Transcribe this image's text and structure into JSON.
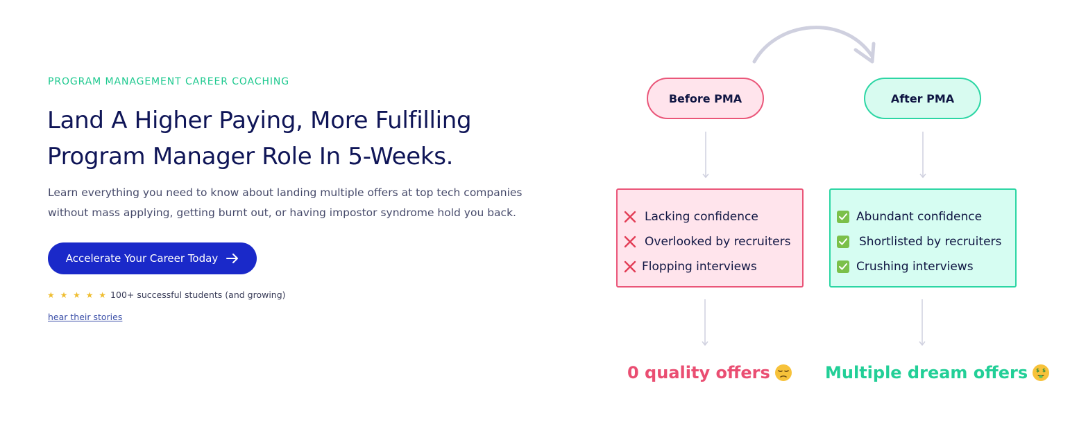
{
  "hero": {
    "eyebrow": "PROGRAM MANAGEMENT CAREER COACHING",
    "headline_line1": "Land A Higher Paying, More Fulfilling",
    "headline_line2": "Program Manager Role In 5-Weeks.",
    "subtext_line1": "Learn everything you need to know about landing multiple offers at top tech companies",
    "subtext_line2": "without mass applying, getting burnt out, or having impostor syndrome hold you back.",
    "cta_label": "Accelerate Your Career Today",
    "stars": "★ ★ ★ ★ ★",
    "rating_text": "100+ successful students (and growing)",
    "stories_link": "hear their stories"
  },
  "diagram": {
    "before": {
      "label": "Before PMA",
      "items": [
        "Lacking confidence",
        "Overlooked by recruiters",
        "Flopping interviews"
      ],
      "result": "0 quality offers",
      "result_icon": "pensive-face-emoji"
    },
    "after": {
      "label": "After PMA",
      "items": [
        "Abundant confidence",
        "Shortlisted by recruiters",
        "Crushing interviews"
      ],
      "result": "Multiple dream offers",
      "result_icon": "money-mouth-face-emoji"
    }
  },
  "colors": {
    "accent_green": "#1ec98f",
    "navy": "#0f1557",
    "cta_blue": "#1a29c9",
    "before_pink": "#ea5679",
    "before_fill": "#ffe4ec",
    "after_teal": "#2cd6a4",
    "after_fill": "#d8fbf0",
    "star_gold": "#efbd2f"
  }
}
